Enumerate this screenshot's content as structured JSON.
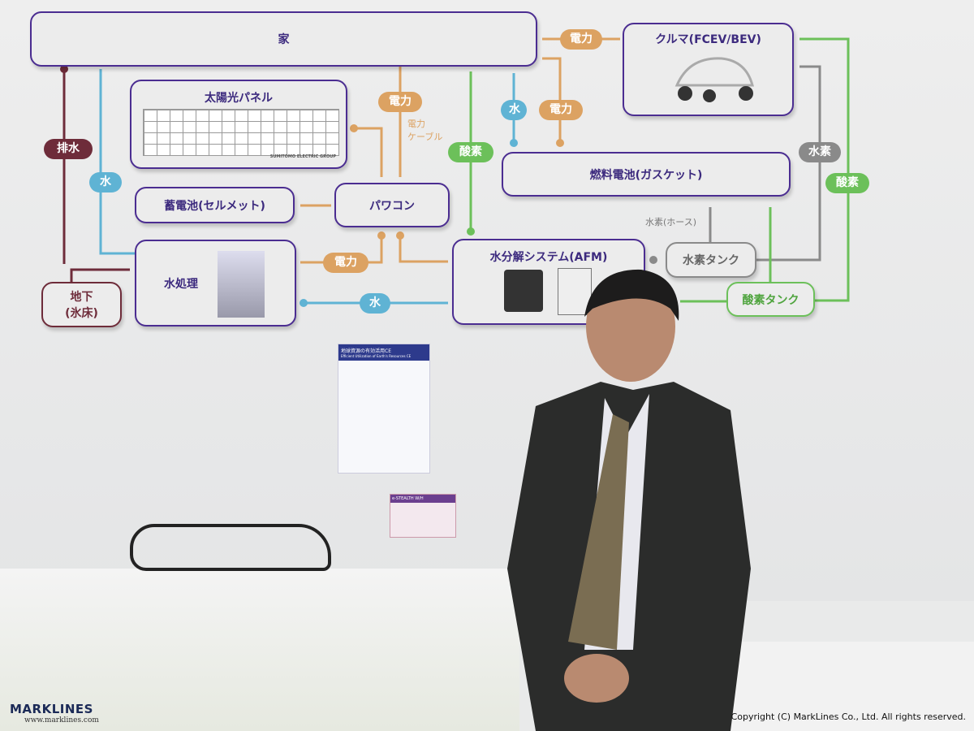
{
  "diagram": {
    "boxes": {
      "house": "家",
      "car": "クルマ(FCEV/BEV)",
      "solar": "太陽光パネル",
      "battery": "蓄電池(セルメット)",
      "power_conditioner": "パワコン",
      "fuel_cell": "燃料電池(ガスケット)",
      "water_treatment": "水処理",
      "electrolysis": "水分解システム(AFM)",
      "underground": "地下\n(氷床)",
      "hydrogen_tank": "水素タンク",
      "oxygen_tank": "酸素タンク"
    },
    "pills": {
      "power_car": "電力",
      "power_solar": "電力",
      "water_fc": "水",
      "power_fc": "電力",
      "oxygen_house": "酸素",
      "drain": "排水",
      "water_left": "水",
      "power_wt": "電力",
      "water_bottom": "水",
      "hydrogen_right": "水素",
      "oxygen_right": "酸素"
    },
    "labels": {
      "power_cable": "電力\nケーブル",
      "hydrogen_hose": "水素(ホース)",
      "solar_brand": "SUMITOMO ELECTRIC GROUP"
    },
    "colors": {
      "box_border": "#4b2d91",
      "power": "#dca262",
      "water": "#5fb3d4",
      "oxygen": "#6cc05a",
      "drain": "#6e2c3a",
      "hydrogen": "#8a8a8a"
    }
  },
  "poster": {
    "title": "地球資源の有効活用CE",
    "subtitle": "Efficient Utilization of Earth's Resources CE"
  },
  "card": {
    "title": "e-STEALTH W/H"
  },
  "watermark": {
    "logo": "MARKLINES",
    "url": "www.marklines.com",
    "copyright": "Copyright (C) MarkLines Co., Ltd. All rights reserved."
  }
}
